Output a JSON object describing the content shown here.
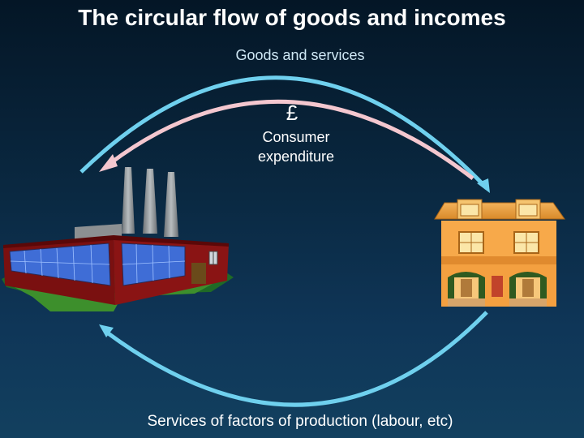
{
  "title": "The circular flow of goods and incomes",
  "labels": {
    "goods_and_services": "Goods and services",
    "currency_symbol": "£",
    "consumer_expenditure": "Consumer\nexpenditure",
    "factor_services": "Services of factors of production (labour, etc)"
  },
  "colors": {
    "background_top": "#041626",
    "background_bottom": "#12405f",
    "goods_arrow": "#6fd0ee",
    "money_arrow": "#f4c7cf",
    "factors_arrow": "#6fd0ee"
  },
  "icons": {
    "firm": "factory-illustration",
    "household": "house-illustration"
  }
}
